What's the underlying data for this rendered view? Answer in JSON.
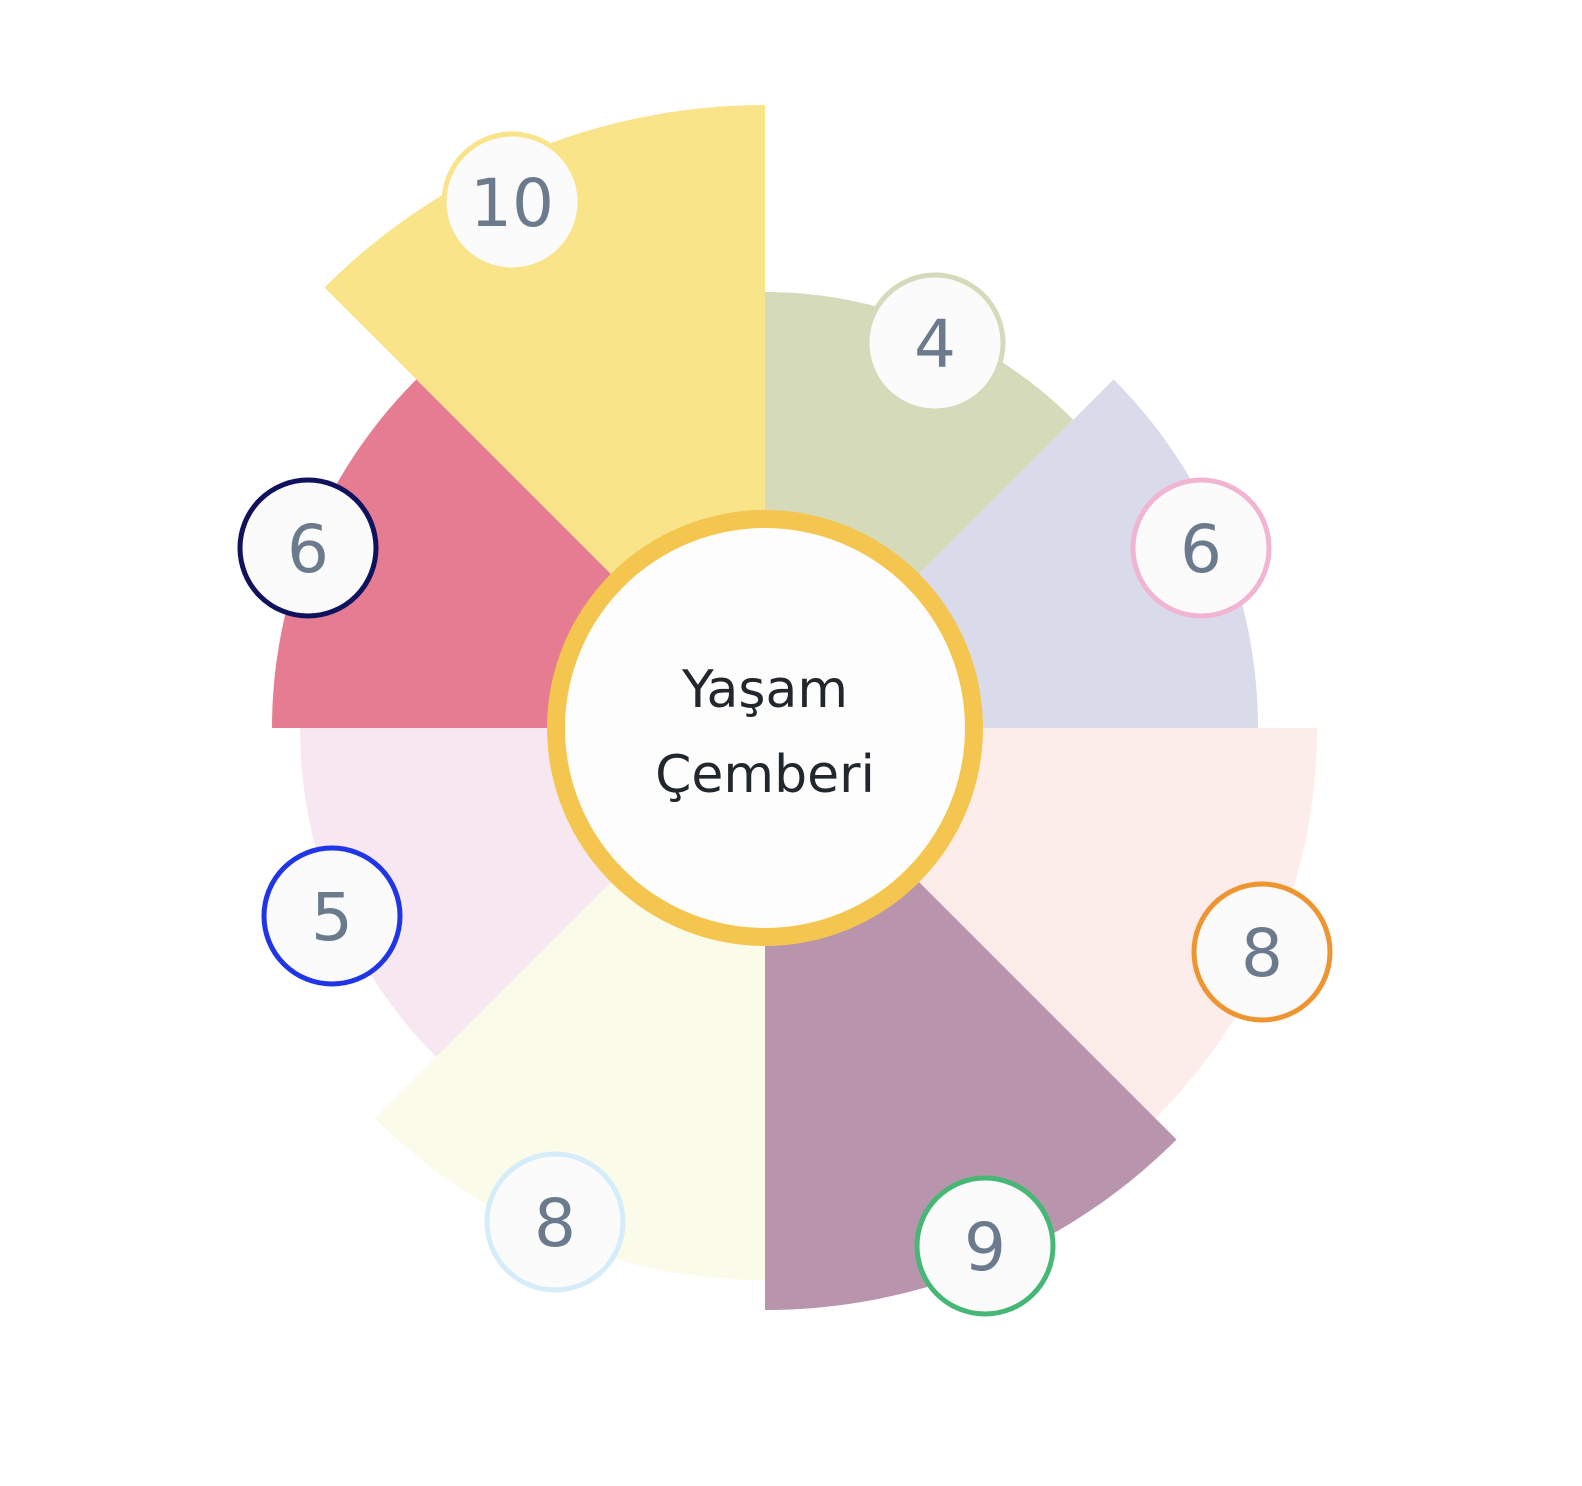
{
  "center": {
    "line1": "Yaşam",
    "line2": "Çemberi",
    "ring_color": "#f4c650",
    "fill_color": "#fdfdfd"
  },
  "chart_data": {
    "type": "polar-area",
    "title": "Yaşam Çemberi",
    "max_value": 10,
    "segments": [
      {
        "value": 4,
        "fill": "#d5dabb",
        "border": "#d5dabb",
        "start_deg": 0,
        "end_deg": 45
      },
      {
        "value": 6,
        "fill": "#d9dbea",
        "border": "#f1b4d3",
        "start_deg": 45,
        "end_deg": 90
      },
      {
        "value": 8,
        "fill": "#fcecea",
        "border": "#ee9532",
        "start_deg": 90,
        "end_deg": 135
      },
      {
        "value": 9,
        "fill": "#b994ad",
        "border": "#46b775",
        "start_deg": 135,
        "end_deg": 180
      },
      {
        "value": 8,
        "fill": "#fafbe9",
        "border": "#d5ecf9",
        "start_deg": 180,
        "end_deg": 225
      },
      {
        "value": 5,
        "fill": "#f7e7f1",
        "border": "#2035e5",
        "start_deg": 225,
        "end_deg": 270
      },
      {
        "value": 6,
        "fill": "#e57c91",
        "border": "#10125e",
        "start_deg": 270,
        "end_deg": 315
      },
      {
        "value": 10,
        "fill": "#f9e489",
        "border": "#f9e489",
        "start_deg": 315,
        "end_deg": 360
      }
    ]
  },
  "labels": [
    "4",
    "6",
    "8",
    "9",
    "8",
    "5",
    "6",
    "10"
  ]
}
